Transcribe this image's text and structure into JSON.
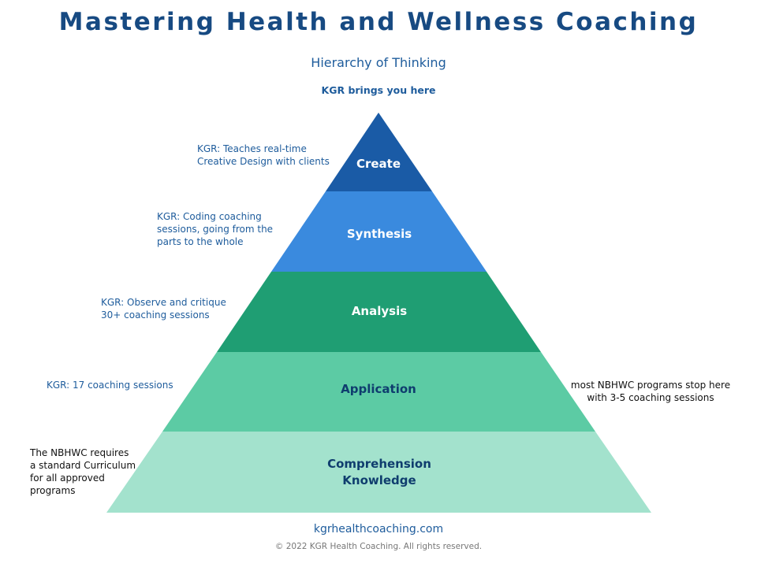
{
  "header": {
    "title": "Mastering Health and Wellness Coaching",
    "subtitle": "Hierarchy of Thinking",
    "top_note": "KGR brings you here"
  },
  "colors": {
    "title": "#174a82",
    "accent_text": "#1e5c9c",
    "tier_create": "#1a5ba6",
    "tier_synthesis": "#3a8ade",
    "tier_analysis": "#1f9e73",
    "tier_application": "#5ccba4",
    "tier_comprehension": "#a3e2cd"
  },
  "tiers": [
    {
      "label": "Create",
      "label_color": "#ffffff"
    },
    {
      "label": "Synthesis",
      "label_color": "#ffffff"
    },
    {
      "label": "Analysis",
      "label_color": "#ffffff"
    },
    {
      "label": "Application",
      "label_color": "#0f3d6e"
    },
    {
      "label_line1": "Comprehension",
      "label_line2": "Knowledge",
      "label_color": "#0f3d6e"
    }
  ],
  "notes": {
    "create": {
      "line1": "KGR: Teaches real-time",
      "line2": "Creative Design with clients"
    },
    "synthesis": {
      "line1": "KGR: Coding coaching",
      "line2": "sessions, going from the",
      "line3": "parts to the whole"
    },
    "analysis": {
      "line1": "KGR: Observe and critique",
      "line2": "30+ coaching sessions"
    },
    "application": {
      "line1": "KGR: 17 coaching sessions"
    },
    "application_right": {
      "line1": "most NBHWC programs stop here",
      "line2": "with 3-5 coaching sessions"
    },
    "comprehension": {
      "line1": "The NBHWC requires",
      "line2": "a standard Curriculum",
      "line3": "for all approved",
      "line4": "programs"
    }
  },
  "footer": {
    "url": "kgrhealthcoaching.com",
    "copyright": "© 2022 KGR Health Coaching. All rights reserved."
  }
}
